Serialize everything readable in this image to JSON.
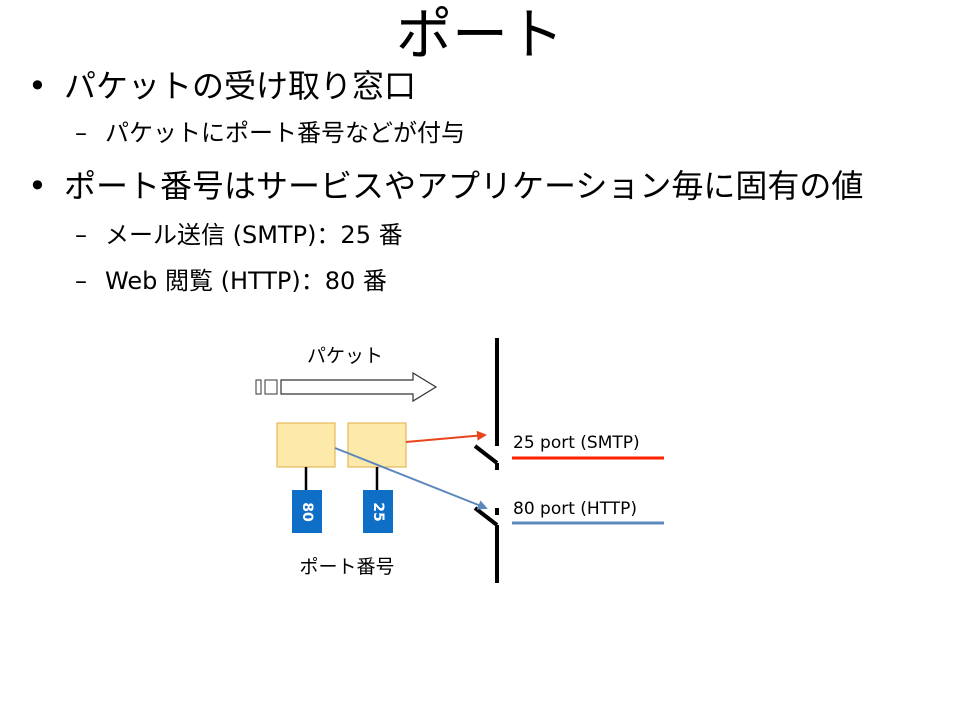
{
  "slide": {
    "title": "ポート",
    "bullets": [
      {
        "text": "パケットの受け取り窓口",
        "marker": "•",
        "subs": [
          {
            "text": "パケットにポート番号などが付与",
            "marker": "–"
          }
        ]
      },
      {
        "text": "ポート番号はサービスやアプリケーション毎に固有の値",
        "marker": "•",
        "subs": [
          {
            "text": "メール送信 (SMTP)：25 番",
            "marker": "–"
          },
          {
            "text": "Web 閲覧 (HTTP)：80 番",
            "marker": "–"
          }
        ]
      }
    ]
  },
  "diagram": {
    "packet_label": "パケット",
    "port_number_label": "ポート番号",
    "tags": [
      "80",
      "25"
    ],
    "ports": [
      {
        "label": "25 port (SMTP)",
        "color": "#ff2200"
      },
      {
        "label": "80 port (HTTP)",
        "color": "#5b87bd"
      }
    ],
    "colors": {
      "packet_fill": "#fde9a9",
      "packet_stroke": "#e4b85a",
      "tag_fill": "#0f6fc6",
      "arrow_smtp": "#e8441e",
      "arrow_http": "#5b87bd"
    }
  }
}
